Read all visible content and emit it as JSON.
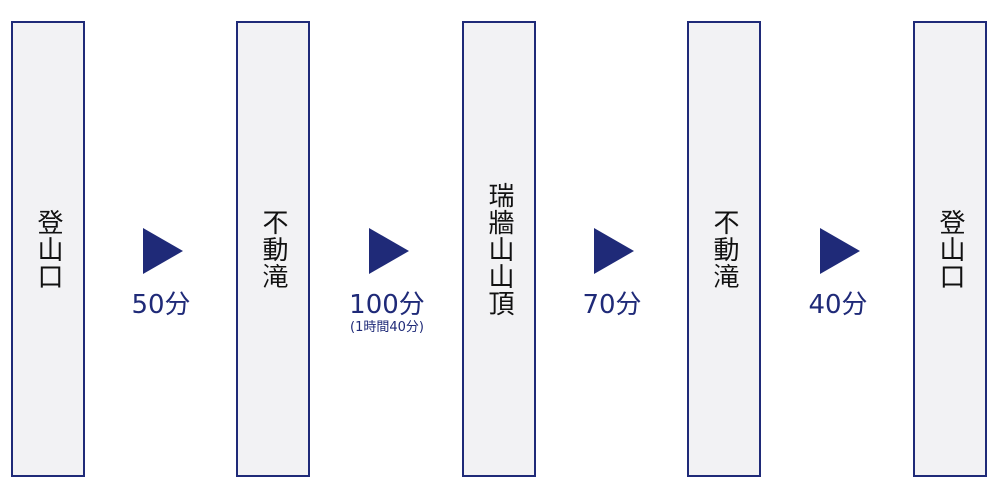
{
  "stations": [
    {
      "name": "登山口"
    },
    {
      "name": "不動滝"
    },
    {
      "name": "瑞牆山山頂"
    },
    {
      "name": "不動滝"
    },
    {
      "name": "登山口"
    }
  ],
  "segments": [
    {
      "duration": "50分",
      "note": ""
    },
    {
      "duration": "100分",
      "note": "(1時間40分)"
    },
    {
      "duration": "70分",
      "note": ""
    },
    {
      "duration": "40分",
      "note": ""
    }
  ],
  "colors": {
    "accent": "#1f2a78",
    "box_fill": "#f2f2f4"
  }
}
